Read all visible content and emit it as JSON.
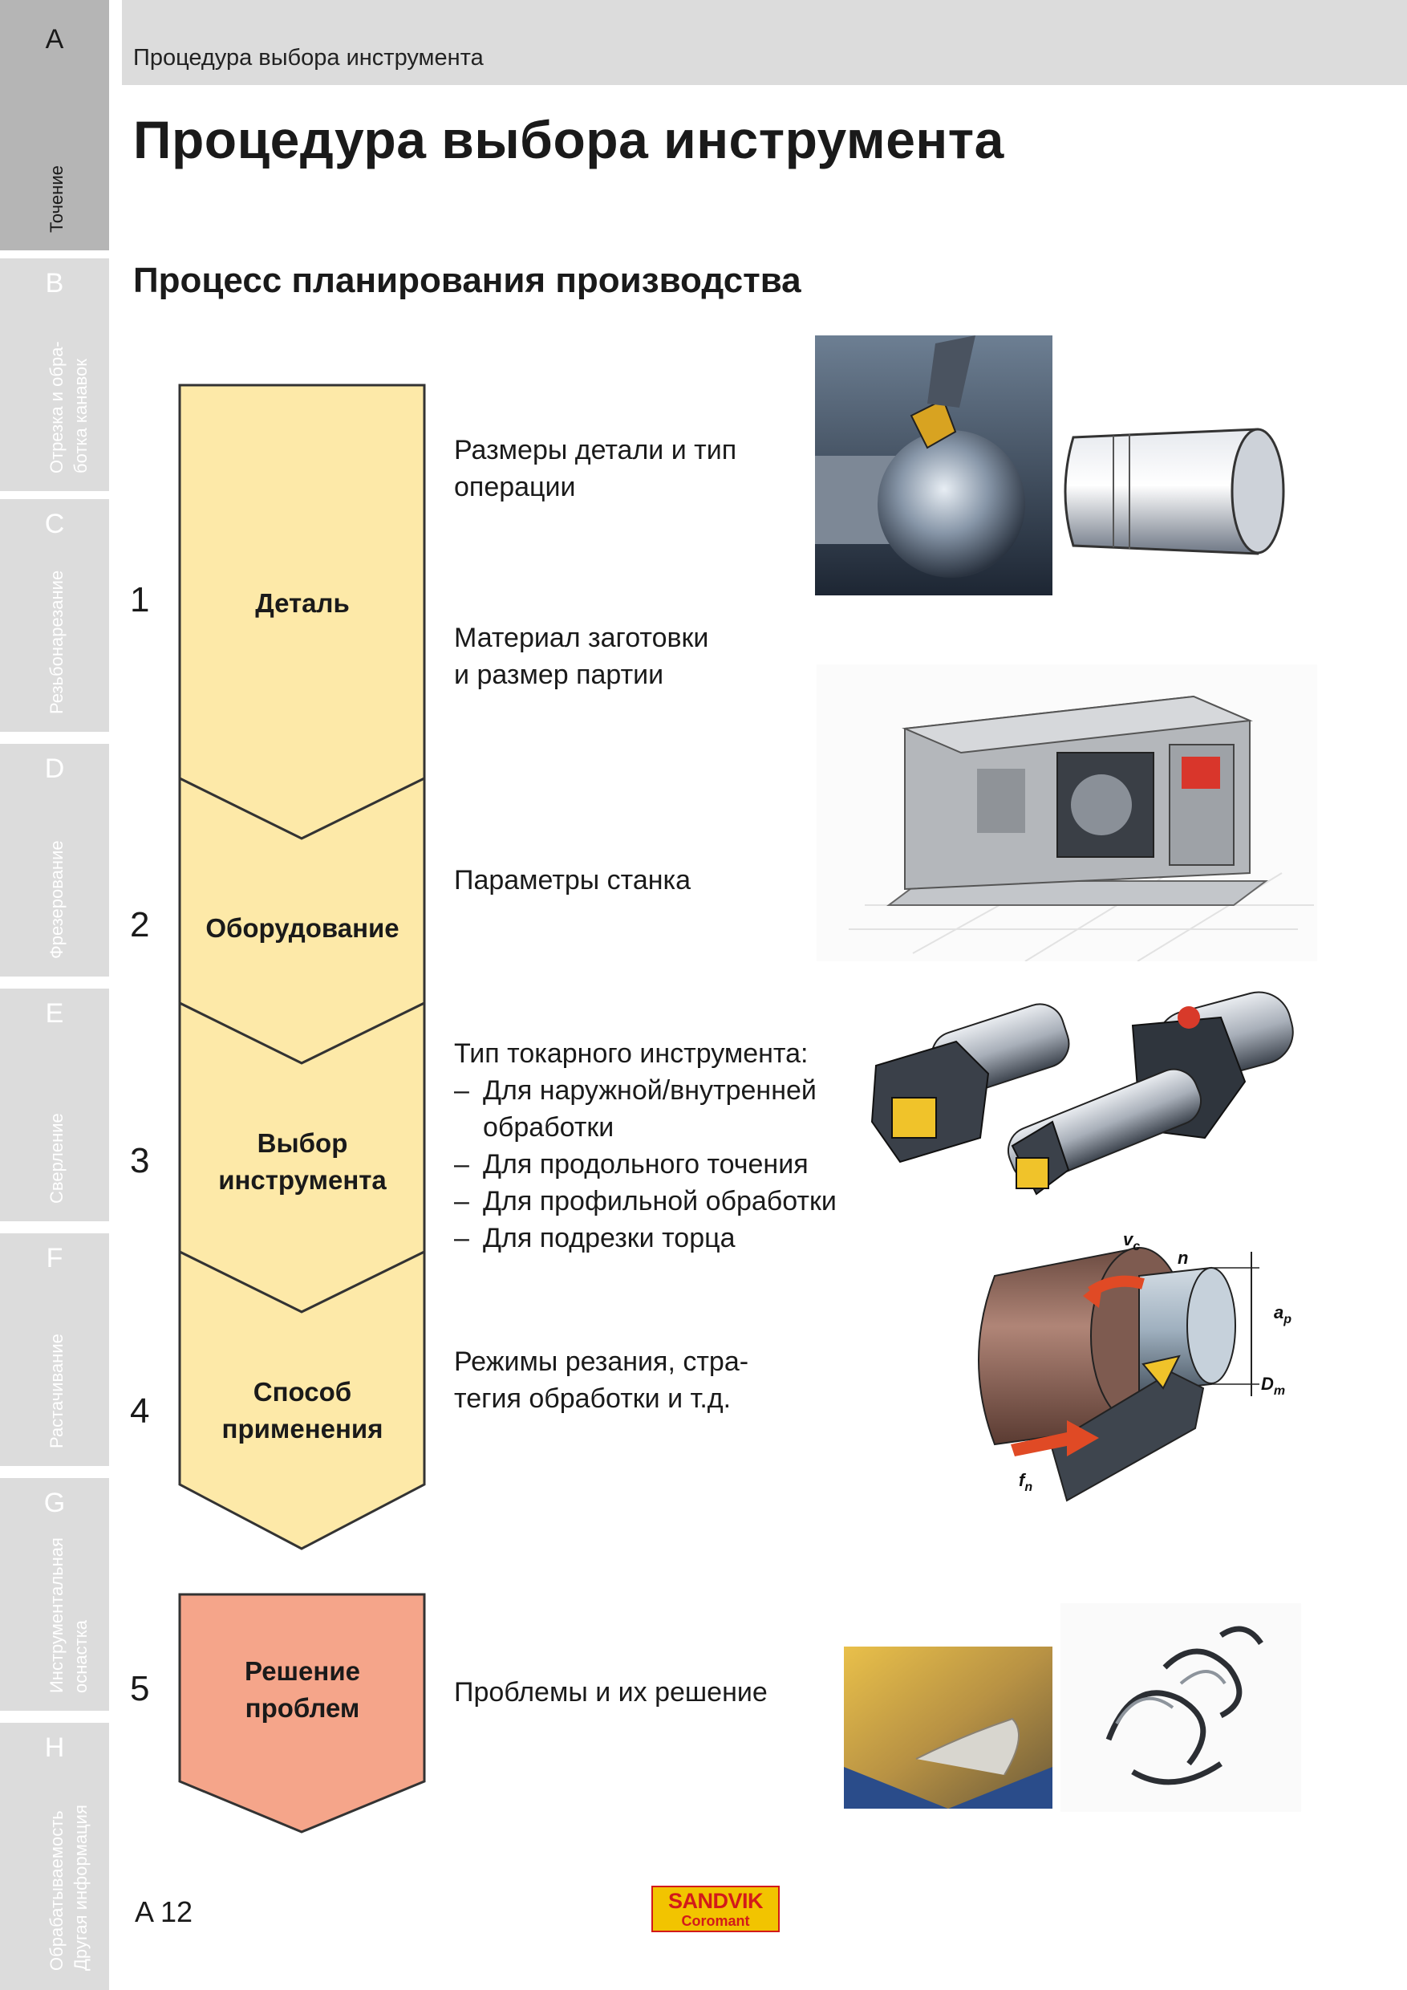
{
  "sidebar": {
    "tabs": [
      {
        "letter": "A",
        "label1": "Точение",
        "label2": "",
        "active": true
      },
      {
        "letter": "B",
        "label1": "Отрезка и обра-",
        "label2": "ботка канавок",
        "active": false
      },
      {
        "letter": "C",
        "label1": "Резьбонарезание",
        "label2": "",
        "active": false
      },
      {
        "letter": "D",
        "label1": "Фрезерование",
        "label2": "",
        "active": false
      },
      {
        "letter": "E",
        "label1": "Сверление",
        "label2": "",
        "active": false
      },
      {
        "letter": "F",
        "label1": "Растачивание",
        "label2": "",
        "active": false
      },
      {
        "letter": "G",
        "label1": "Инструментальная",
        "label2": "оснастка",
        "active": false
      },
      {
        "letter": "H",
        "label1": "Обрабатываемость",
        "label2": "Другая информация",
        "active": false
      }
    ]
  },
  "header": {
    "running_title": "Процедура выбора инструмента"
  },
  "page_title": "Процедура выбора инструмента",
  "section_title": "Процесс планирования производства",
  "steps": [
    {
      "num": "1",
      "label1": "Деталь",
      "label2": ""
    },
    {
      "num": "2",
      "label1": "Оборудование",
      "label2": ""
    },
    {
      "num": "3",
      "label1": "Выбор",
      "label2": "инструмента"
    },
    {
      "num": "4",
      "label1": "Способ",
      "label2": "применения"
    },
    {
      "num": "5",
      "label1": "Решение",
      "label2": "проблем"
    }
  ],
  "descriptions": {
    "d1a": {
      "line1": "Размеры детали и тип",
      "line2": "операции"
    },
    "d1b": {
      "line1": "Материал заготовки",
      "line2": "и размер партии"
    },
    "d2": "Параметры станка",
    "d3": {
      "heading": "Тип токарного инструмента:",
      "items": [
        "Для наружной/внутренней",
        "Для продольного точения",
        "Для профильной обработки",
        "Для подрезки торца"
      ],
      "item0_cont": "обработки"
    },
    "d4": {
      "line1": "Режимы резания, стра-",
      "line2": "тегия обработки и т.д."
    },
    "d5": "Проблемы и их решение"
  },
  "diagram_labels": {
    "vc": "v",
    "vc_sub": "c",
    "n": "n",
    "ap": "a",
    "ap_sub": "p",
    "dm": "D",
    "dm_sub": "m",
    "fn": "f",
    "fn_sub": "n"
  },
  "footer": {
    "page_number": "A 12",
    "logo_line1": "SANDVIK",
    "logo_line2": "Coromant"
  },
  "colors": {
    "flow_yellow": "#fde9a8",
    "flow_salmon": "#f5a58a",
    "sidebar_active": "#b5b5b5",
    "sidebar_inactive": "#dcdcdc",
    "logo_yellow": "#f2c400",
    "logo_red": "#d21a1a"
  }
}
